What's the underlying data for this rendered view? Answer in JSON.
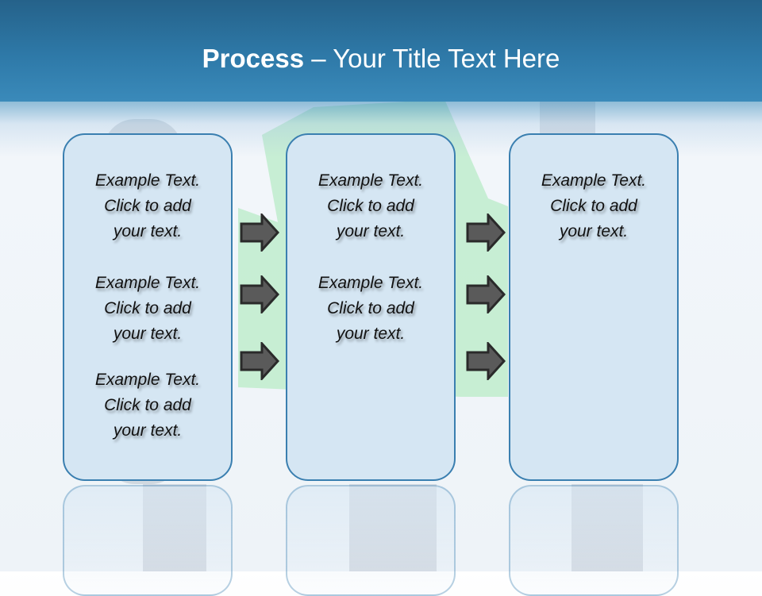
{
  "slide": {
    "title_bold": "Process",
    "title_rest": " – Your Title Text Here",
    "colors": {
      "header": "#2e79a8",
      "box_fill": "#d5e6f3",
      "box_border": "#3a7fb0",
      "arrow_fill": "#5a5a5a",
      "arrow_border": "#2a2a2a",
      "green_shape": "#bfeccd"
    }
  },
  "columns": [
    {
      "items": [
        "Example Text.\nClick  to add\nyour text.",
        "Example Text.\nClick  to add\nyour text.",
        "Example Text.\nClick  to add\nyour text."
      ]
    },
    {
      "items": [
        "Example Text.\nClick  to add\nyour text.",
        "Example Text.\nClick  to add\nyour text."
      ]
    },
    {
      "items": [
        "Example Text.\nClick  to add\nyour text."
      ]
    }
  ],
  "arrows": {
    "icon": "right-arrow-icon",
    "count_per_gap": 3
  }
}
